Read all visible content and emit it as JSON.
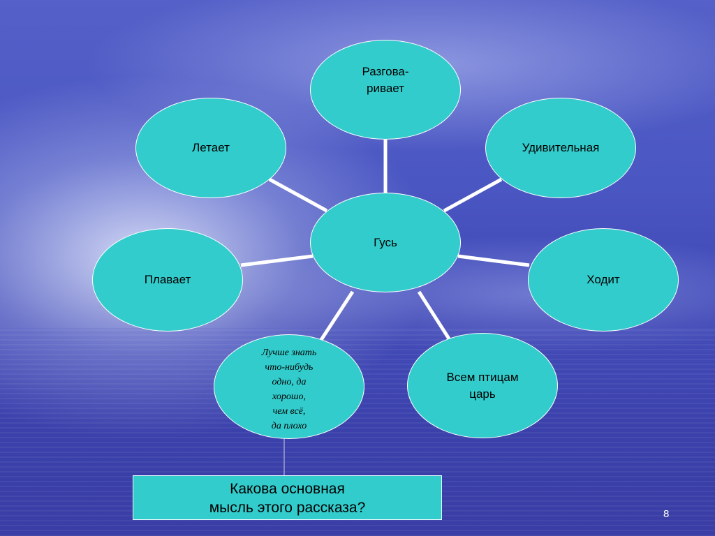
{
  "diagram": {
    "center": "Гусь",
    "nodes": {
      "top": [
        "Разгова-",
        "ривает"
      ],
      "top_left": "Летает",
      "top_right": "Удивительная",
      "left": "Плавает",
      "right": "Ходит",
      "bottom_right": [
        "Всем птицам",
        "царь"
      ],
      "bottom_left": [
        "Лучше знать",
        "что-нибудь",
        "одно, да",
        "хорошо,",
        "чем всё,",
        "да плохо"
      ]
    }
  },
  "question": [
    "Какова  основная",
    "мысль этого рассказа?"
  ],
  "slide_number": "8",
  "colors": {
    "node_fill": "#33cccc",
    "connector": "#ffffff",
    "background": "#4a56c2"
  }
}
